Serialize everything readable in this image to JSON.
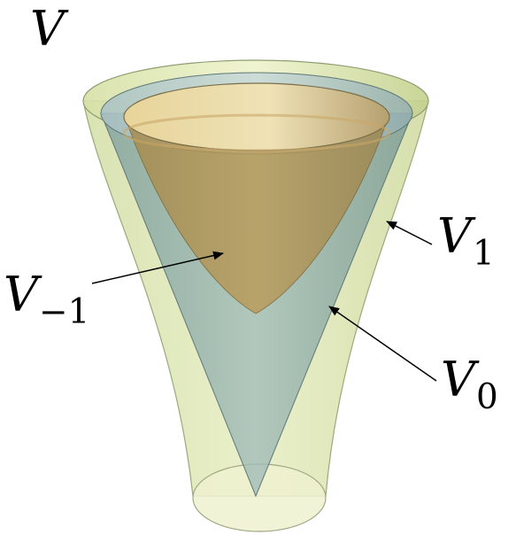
{
  "labels": {
    "space": {
      "base": "V",
      "sub": ""
    },
    "outer": {
      "base": "V",
      "sub": "1"
    },
    "inner": {
      "base": "V",
      "sub": "−1"
    },
    "middle": {
      "base": "V",
      "sub": "0"
    }
  },
  "colors": {
    "outer_surface": "#d9e3a4",
    "outer_edge": "#9aa87a",
    "cone_surface": "#8fb0ae",
    "cone_edge": "#5a7474",
    "inner_surface": "#b89a5a",
    "inner_rim": "#e8cf8e",
    "base_disk": "#eef1cf",
    "arrow": "#000000"
  }
}
